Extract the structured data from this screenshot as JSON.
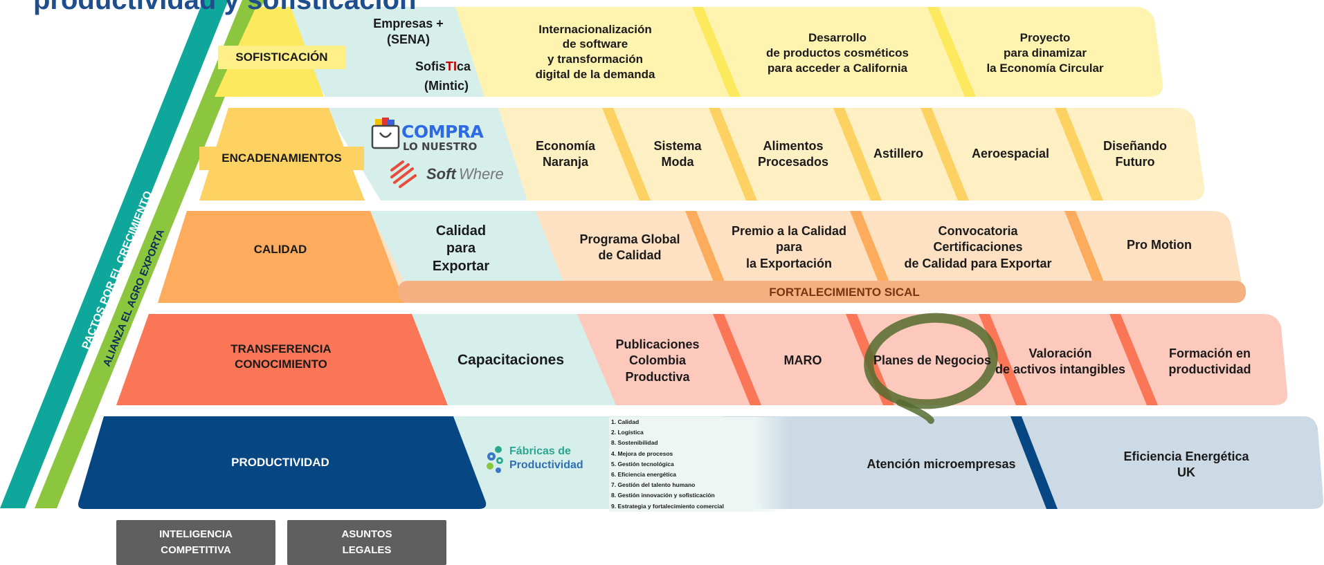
{
  "title": "productividad y sofisticación",
  "side_labels": {
    "outer": "PACTOS POR EL CRECIMIENTO",
    "inner": "ALIANZA EL AGRO EXPORTA"
  },
  "levels": {
    "sofisticacion": {
      "label": "SOFISTICACIÓN",
      "left_programs": {
        "empresas": "Empresas +\n(SENA)",
        "sofistica_pre": "Sofis",
        "sofistica_ti": "TI",
        "sofistica_post": "ca",
        "sofistica_org": "(Mintic)"
      },
      "programs": [
        "Internacionalización\nde software\ny transformación\ndigital de la demanda",
        "Desarrollo\nde productos cosméticos\npara acceder a California",
        "Proyecto\npara dinamizar\nla Economía Circular"
      ]
    },
    "encadenamientos": {
      "label": "ENCADENAMIENTOS",
      "logos": {
        "compra_top": "COMPRA",
        "compra_bottom": "LO NUESTRO",
        "soft_a": "Soft",
        "soft_b": "Where"
      },
      "programs": [
        "Economía\nNaranja",
        "Sistema\nModa",
        "Alimentos\nProcesados",
        "Astillero",
        "Aeroespacial",
        "Diseñando\nFuturo"
      ]
    },
    "calidad": {
      "label": "CALIDAD",
      "left_program": "Calidad\npara\nExportar",
      "programs": [
        "Programa Global\nde Calidad",
        "Premio a la Calidad\npara\nla Exportación",
        "Convocatoria\nCertificaciones\nde Calidad para Exportar",
        "Pro Motion"
      ],
      "band": "FORTALECIMIENTO SICAL"
    },
    "transferencia": {
      "label": "TRANSFERENCIA\nCONOCIMIENTO",
      "left_program": "Capacitaciones",
      "programs": [
        "Publicaciones\nColombia\nProductiva",
        "MARO",
        "Planes de Negocios",
        "Valoración\nde activos intangibles",
        "Formación en\nproductividad"
      ]
    },
    "productividad": {
      "label": "PRODUCTIVIDAD",
      "logo": {
        "line1": "Fábricas de",
        "line2": "Productividad"
      },
      "list": [
        "1. Calidad",
        "2. Logística",
        "8. Sostenibilidad",
        "4. Mejora de procesos",
        "5. Gestión tecnológica",
        "6. Eficiencia energética",
        "7. Gestión del talento humano",
        "8. Gestión innovación y sofisticación",
        "9. Estrategia y fortalecimiento comercial"
      ],
      "programs": [
        "Atención microempresas",
        "Eficiencia Energética\nUK"
      ]
    }
  },
  "footer_buttons": [
    "INTELIGENCIA\nCOMPETITIVA",
    "ASUNTOS\nLEGALES"
  ],
  "colors": {
    "title": "#1f4e8c",
    "teal": "#0fa79c",
    "green": "#8cc63f",
    "sofis_tri": "#fde95e",
    "sofis_band": "#fff3b0",
    "sofis_label_bg": "#fef087",
    "enc_tri": "#fdd262",
    "enc_band": "#fff0c4",
    "cal_tri": "#fdab5c",
    "cal_band": "#fee0c2",
    "cal_strip": "#f4b080",
    "tra_tri": "#fb7656",
    "tra_band": "#fdc9bc",
    "pro_tri": "#064783",
    "pro_band": "#ccdae5",
    "mint": "#d6efeb",
    "button": "#5f5f5f"
  }
}
